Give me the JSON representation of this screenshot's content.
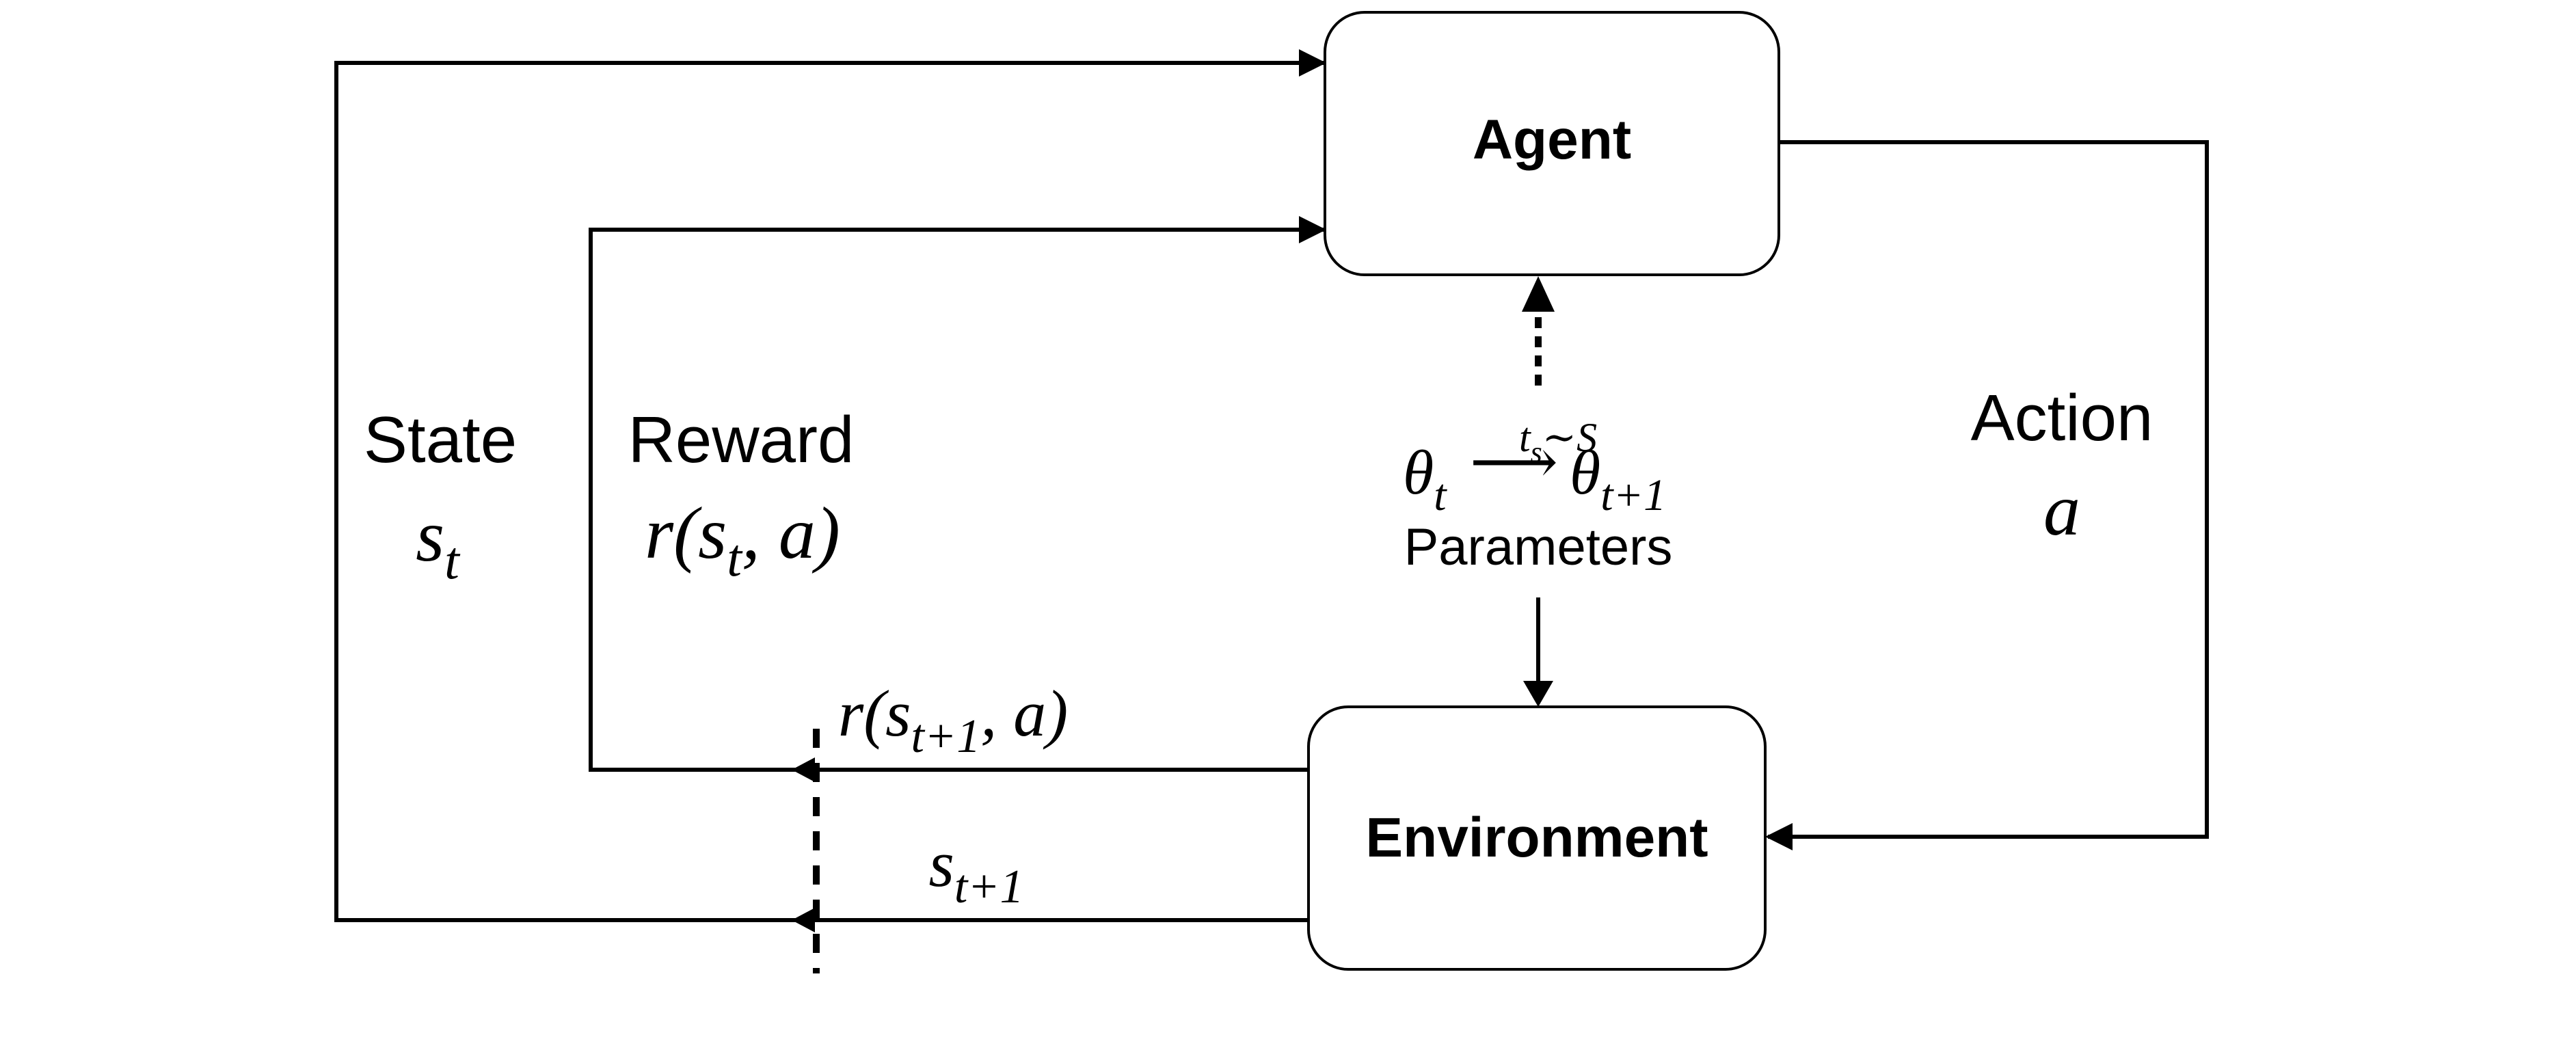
{
  "nodes": {
    "agent": {
      "label": "Agent"
    },
    "environment": {
      "label": "Environment"
    }
  },
  "edges": {
    "state": {
      "label": "State",
      "symbol": "s",
      "subscript": "t"
    },
    "reward": {
      "label": "Reward",
      "expr_prefix": "r(s",
      "expr_subscript": "t",
      "expr_suffix": ", a)"
    },
    "action": {
      "label": "Action",
      "symbol": "a"
    },
    "next_reward": {
      "expr_prefix": "r(s",
      "expr_subscript": "t+1",
      "expr_suffix": ", a)"
    },
    "next_state": {
      "symbol": "s",
      "subscript": "t+1"
    },
    "parameters": {
      "label": "Parameters",
      "from_symbol": "θ",
      "from_subscript": "t",
      "to_symbol": "θ",
      "to_subscript": "t+1",
      "arrow_label_t": "t",
      "arrow_label_sub": "s",
      "arrow_label_rest": "∼S",
      "arrow": "⟶"
    }
  }
}
